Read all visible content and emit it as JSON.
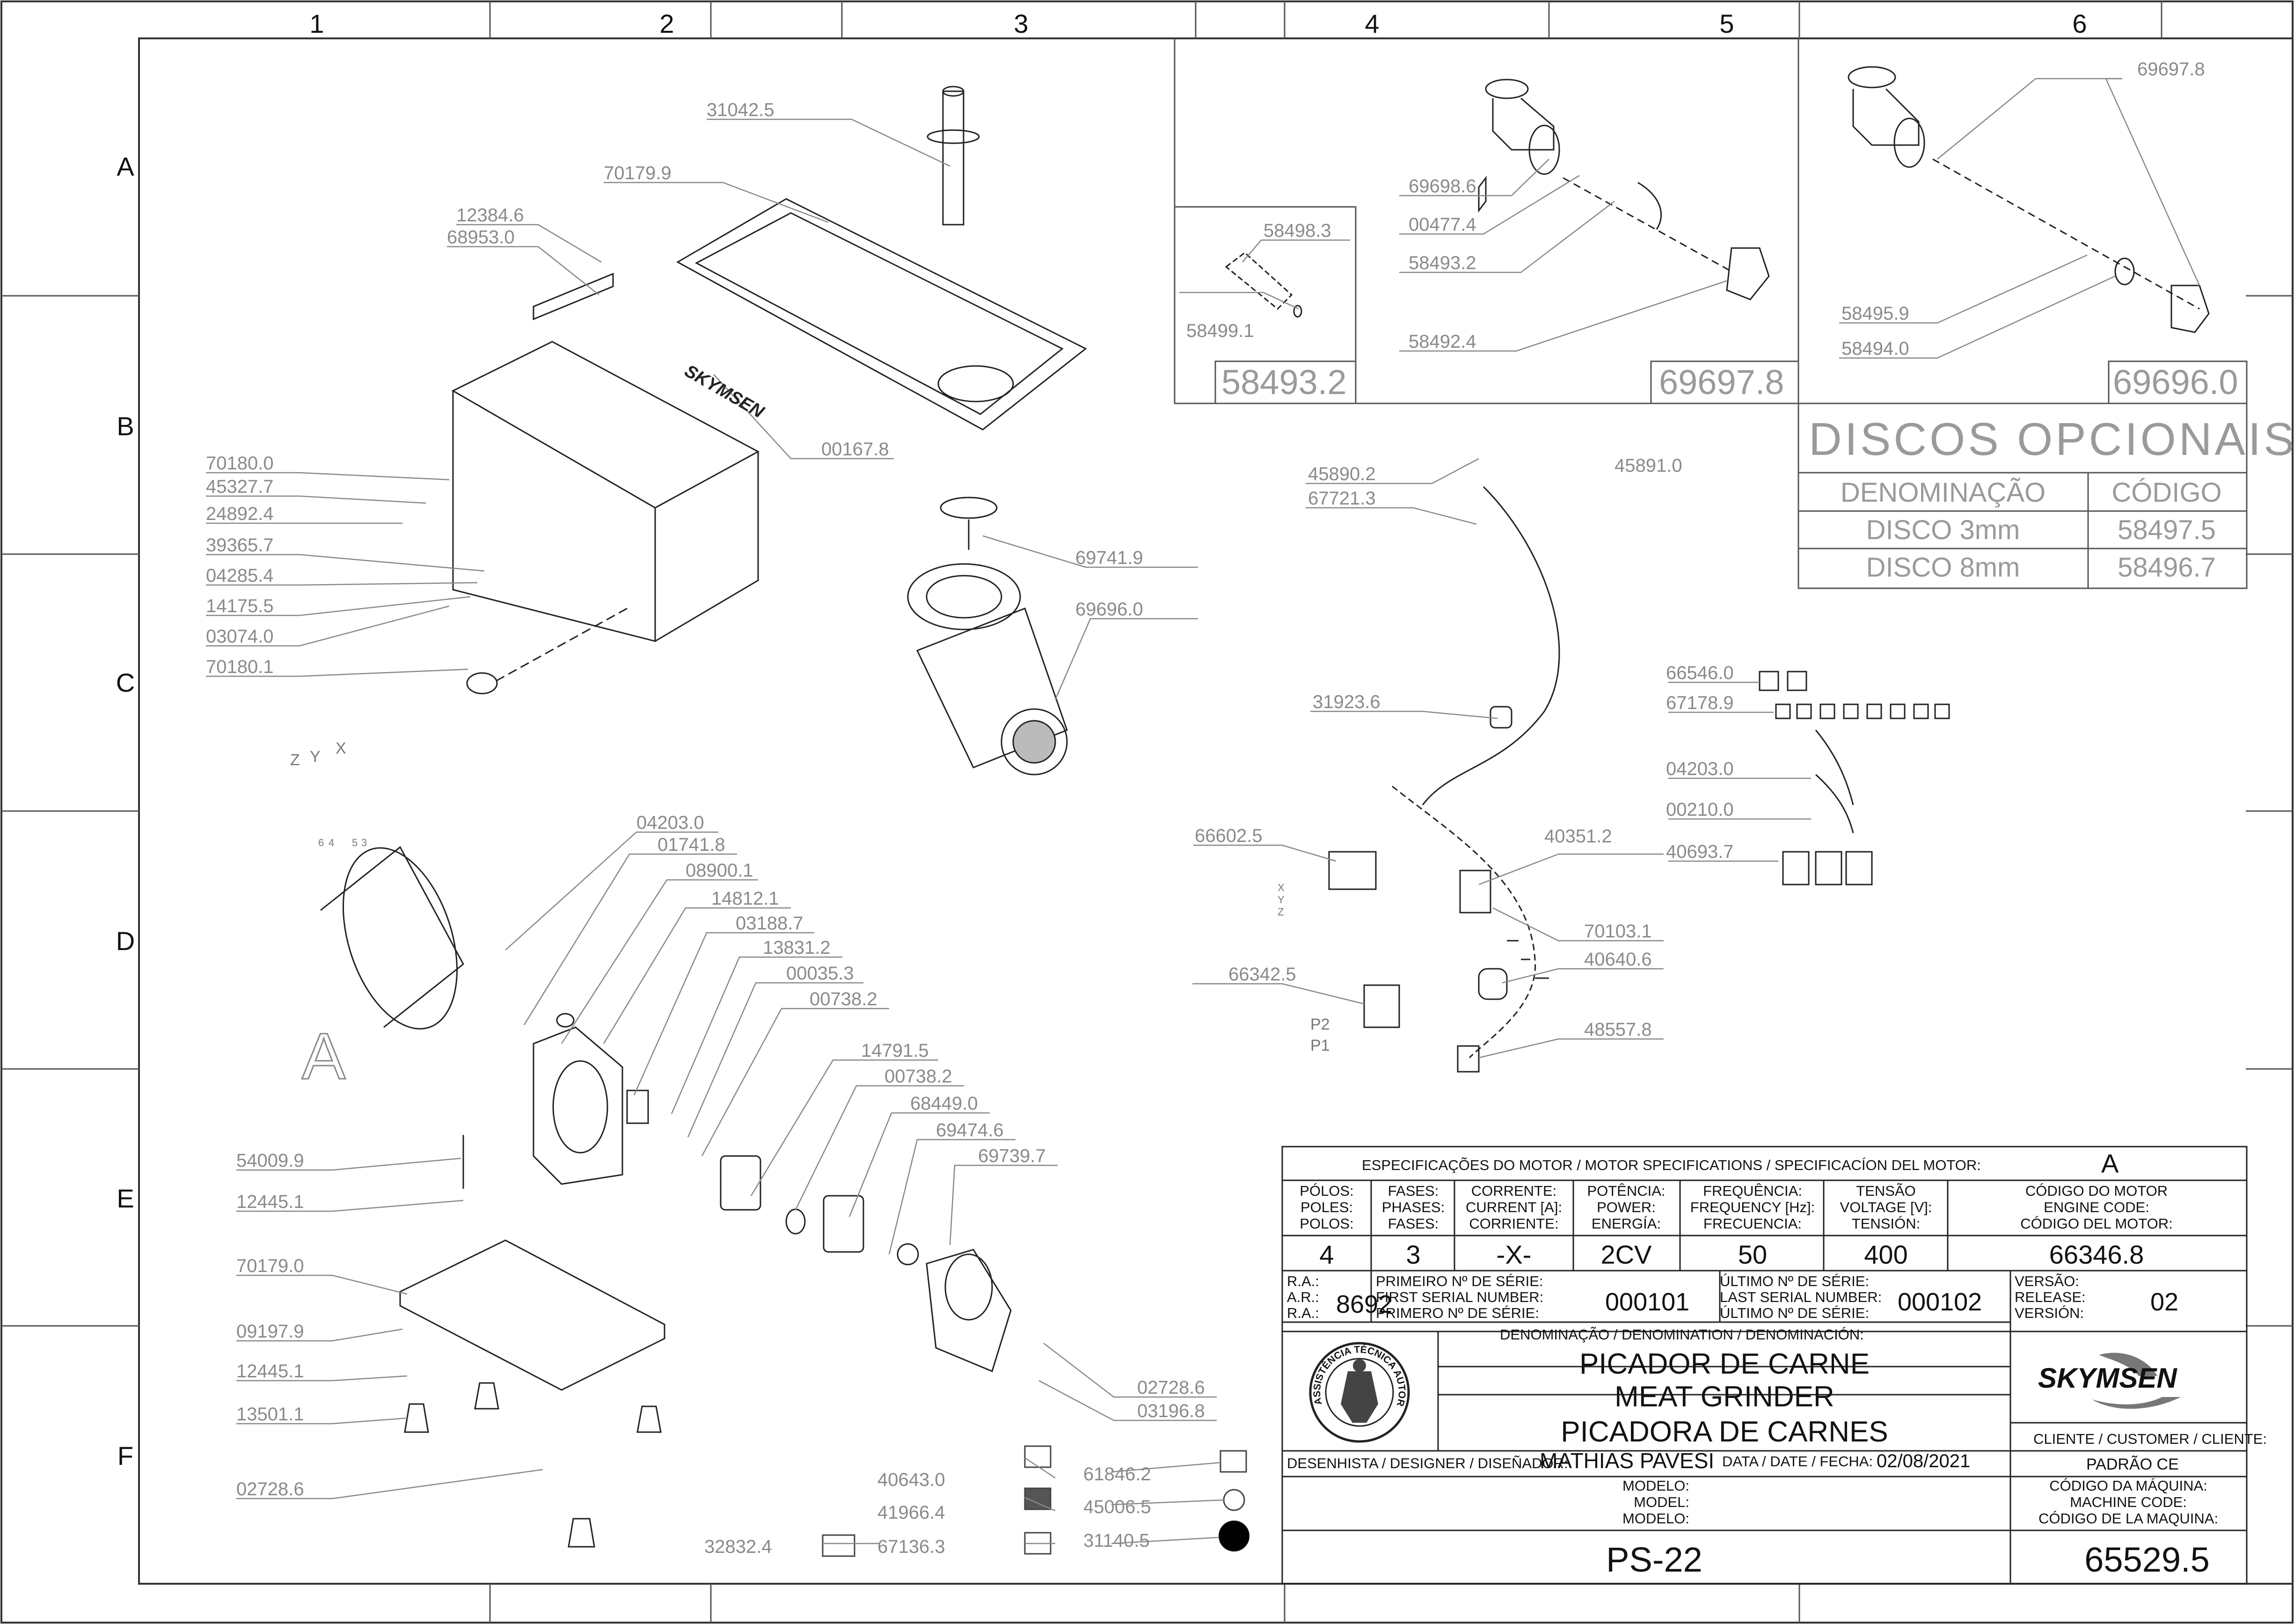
{
  "zones": {
    "columns": [
      "1",
      "2",
      "3",
      "4",
      "5",
      "6"
    ],
    "rows": [
      "A",
      "B",
      "C",
      "D",
      "E",
      "F"
    ]
  },
  "parts": [
    {
      "id": "p1",
      "code": "31042.5"
    },
    {
      "id": "p2",
      "code": "70179.9"
    },
    {
      "id": "p3",
      "code": "12384.6"
    },
    {
      "id": "p4",
      "code": "68953.0"
    },
    {
      "id": "p5",
      "code": "70180.0"
    },
    {
      "id": "p6",
      "code": "45327.7"
    },
    {
      "id": "p7",
      "code": "24892.4"
    },
    {
      "id": "p8",
      "code": "39365.7"
    },
    {
      "id": "p9",
      "code": "04285.4"
    },
    {
      "id": "p10",
      "code": "14175.5"
    },
    {
      "id": "p11",
      "code": "03074.0"
    },
    {
      "id": "p12",
      "code": "70180.1"
    },
    {
      "id": "p13",
      "code": "00167.8"
    },
    {
      "id": "p14",
      "code": "69741.9"
    },
    {
      "id": "p15",
      "code": "69696.0"
    },
    {
      "id": "p16",
      "code": "04203.0"
    },
    {
      "id": "p17",
      "code": "01741.8"
    },
    {
      "id": "p18",
      "code": "08900.1"
    },
    {
      "id": "p19",
      "code": "14812.1"
    },
    {
      "id": "p20",
      "code": "03188.7"
    },
    {
      "id": "p21",
      "code": "13831.2"
    },
    {
      "id": "p22",
      "code": "00035.3"
    },
    {
      "id": "p23",
      "code": "00738.2"
    },
    {
      "id": "p24",
      "code": "14791.5"
    },
    {
      "id": "p25",
      "code": "00738.2"
    },
    {
      "id": "p26",
      "code": "68449.0"
    },
    {
      "id": "p27",
      "code": "69474.6"
    },
    {
      "id": "p28",
      "code": "69739.7"
    },
    {
      "id": "p29",
      "code": "54009.9"
    },
    {
      "id": "p30",
      "code": "12445.1"
    },
    {
      "id": "p31",
      "code": "70179.0"
    },
    {
      "id": "p32",
      "code": "09197.9"
    },
    {
      "id": "p33",
      "code": "12445.1"
    },
    {
      "id": "p34",
      "code": "13501.1"
    },
    {
      "id": "p35",
      "code": "02728.6"
    },
    {
      "id": "p36",
      "code": "02728.6"
    },
    {
      "id": "p37",
      "code": "03196.8"
    },
    {
      "id": "p38",
      "code": "40643.0"
    },
    {
      "id": "p39",
      "code": "41966.4"
    },
    {
      "id": "p40",
      "code": "67136.3"
    },
    {
      "id": "p41",
      "code": "32832.4"
    },
    {
      "id": "p42",
      "code": "61846.2"
    },
    {
      "id": "p43",
      "code": "45006.5"
    },
    {
      "id": "p44",
      "code": "31140.5"
    },
    {
      "id": "p45",
      "code": "58498.3"
    },
    {
      "id": "p46",
      "code": "58499.1"
    },
    {
      "id": "p47",
      "code": "69698.6"
    },
    {
      "id": "p48",
      "code": "00477.4"
    },
    {
      "id": "p49",
      "code": "58493.2"
    },
    {
      "id": "p50",
      "code": "58492.4"
    },
    {
      "id": "p51",
      "code": "69697.8"
    },
    {
      "id": "p52",
      "code": "58495.9"
    },
    {
      "id": "p53",
      "code": "58494.0"
    },
    {
      "id": "p54",
      "code": "45890.2"
    },
    {
      "id": "p55",
      "code": "45891.0"
    },
    {
      "id": "p56",
      "code": "67721.3"
    },
    {
      "id": "p57",
      "code": "31923.6"
    },
    {
      "id": "p58",
      "code": "66602.5"
    },
    {
      "id": "p59",
      "code": "40351.2"
    },
    {
      "id": "p60",
      "code": "70103.1"
    },
    {
      "id": "p61",
      "code": "40640.6"
    },
    {
      "id": "p62",
      "code": "66342.5"
    },
    {
      "id": "p63",
      "code": "48557.8"
    },
    {
      "id": "p64",
      "code": "66546.0"
    },
    {
      "id": "p65",
      "code": "67178.9"
    },
    {
      "id": "p66",
      "code": "04203.0"
    },
    {
      "id": "p67",
      "code": "00210.0"
    },
    {
      "id": "p68",
      "code": "40693.7"
    }
  ],
  "wire_labels": {
    "z": "Z",
    "y": "Y",
    "x": "X",
    "n6": "6",
    "n4": "4",
    "n5": "5",
    "n3": "3",
    "s_x": "X",
    "s_y": "Y",
    "s_z": "Z",
    "p2": "P2",
    "p1": "P1"
  },
  "motor_view_label": "A",
  "assembly_codes": {
    "box1": "58493.2",
    "box2": "69697.8",
    "box3": "69696.0"
  },
  "optional_discs": {
    "title": "DISCOS OPCIONAIS",
    "col_name": "DENOMINAÇÃO",
    "col_code": "CÓDIGO",
    "rows": [
      {
        "name": "DISCO 3mm",
        "code": "58497.5"
      },
      {
        "name": "DISCO 8mm",
        "code": "58496.7"
      }
    ]
  },
  "brand": "SKYMSEN",
  "badge_text": "ASSISTÊNCIA TÉCNICA AUTORIZADA",
  "motor_spec": {
    "header": "ESPECIFICAÇÕES DO MOTOR / MOTOR SPECIFICATIONS / SPECIFICACÍON DEL MOTOR:",
    "variant": "A",
    "poles_label": [
      "PÓLOS:",
      "POLES:",
      "POLOS:"
    ],
    "poles": "4",
    "phases_label": [
      "FASES:",
      "PHASES:",
      "FASES:"
    ],
    "phases": "3",
    "current_label": [
      "CORRENTE:",
      "CURRENT [A]:",
      "CORRIENTE:"
    ],
    "current": "-X-",
    "power_label": [
      "POTÊNCIA:",
      "POWER:",
      "ENERGÍA:"
    ],
    "power": "2CV",
    "frequency_label": [
      "FREQUÊNCIA:",
      "FREQUENCY [Hz]:",
      "FRECUENCIA:"
    ],
    "frequency": "50",
    "voltage_label": [
      "TENSÃO",
      "VOLTAGE [V]:",
      "TENSIÓN:"
    ],
    "voltage": "400",
    "engine_code_label": [
      "CÓDIGO DO MOTOR",
      "ENGINE CODE:",
      "CÓDIGO DEL MOTOR:"
    ],
    "engine_code": "66346.8"
  },
  "title_block": {
    "ra_label": [
      "R.A.:",
      "A.R.:",
      "R.A.:"
    ],
    "ra": "8692",
    "first_serial_label": [
      "PRIMEIRO Nº DE SÉRIE:",
      "FIRST SERIAL NUMBER:",
      "PRIMERO Nº DE SÉRIE:"
    ],
    "first_serial": "000101",
    "last_serial_label": [
      "ÚLTIMO Nº DE SÉRIE:",
      "LAST SERIAL NUMBER:",
      "ÚLTIMO Nº DE SÉRIE:"
    ],
    "last_serial": "000102",
    "version_label": [
      "VERSÃO:",
      "RELEASE:",
      "VERSIÓN:"
    ],
    "version": "02",
    "denomination_label": "DENOMINAÇÃO / DENOMINATION / DENOMINACIÓN:",
    "names": [
      "PICADOR DE CARNE",
      "MEAT GRINDER",
      "PICADORA DE CARNES"
    ],
    "customer_label": "CLIENTE / CUSTOMER / CLIENTE:",
    "customer": "PADRÃO CE",
    "designer_label": "DESENHISTA / DESIGNER / DISEÑADOR:",
    "designer": "MATHIAS PAVESI",
    "date_label": "DATA / DATE / FECHA:",
    "date": "02/08/2021",
    "model_label": [
      "MODELO:",
      "MODEL:",
      "MODELO:"
    ],
    "model": "PS-22",
    "machine_code_label": [
      "CÓDIGO DA MÁQUINA:",
      "MACHINE CODE:",
      "CÓDIGO DE LA MAQUINA:"
    ],
    "machine_code": "65529.5"
  }
}
